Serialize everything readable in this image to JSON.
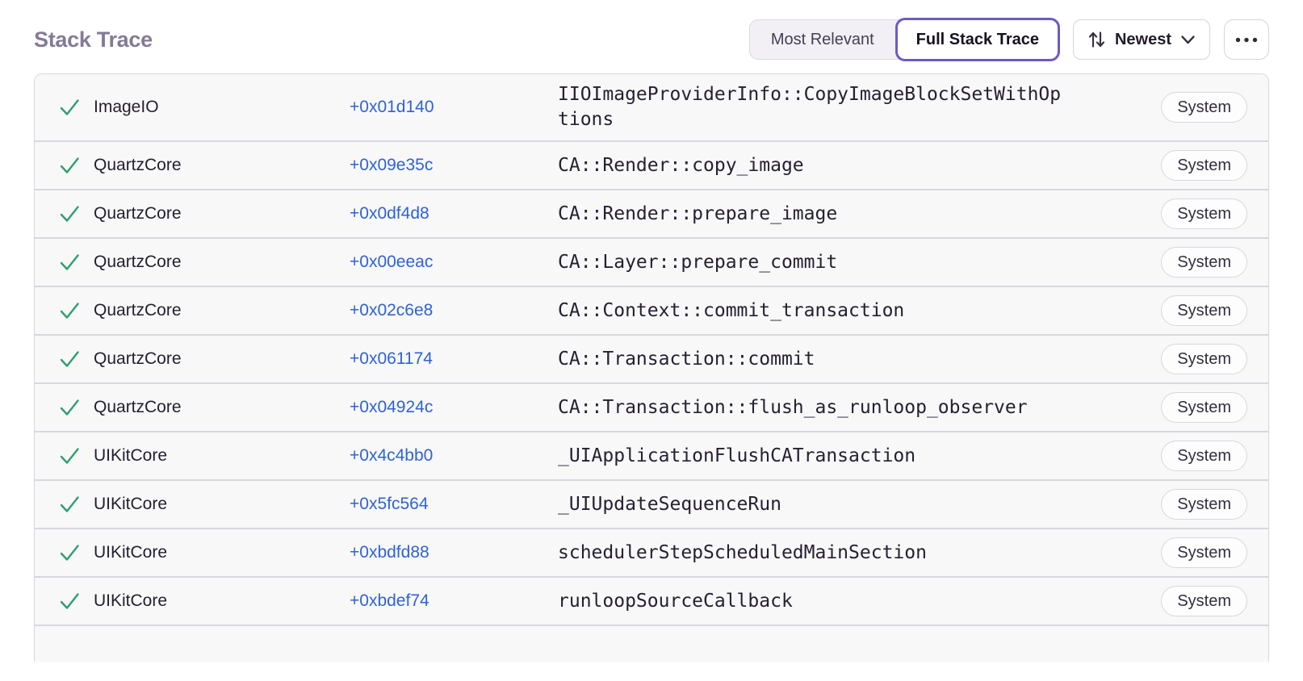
{
  "colors": {
    "accent": "#6a5cc4",
    "link": "#2f62d6",
    "green": "#2f9e70",
    "heading": "#847a95",
    "row-bg": "#f8f8f9",
    "divider": "#d9d7de"
  },
  "header": {
    "title": "Stack Trace",
    "view_toggle": {
      "most_relevant": "Most Relevant",
      "full_stack_trace": "Full Stack Trace",
      "selected": "Full Stack Trace"
    },
    "sort": {
      "label": "Newest"
    }
  },
  "table": {
    "rows": [
      {
        "module": "ImageIO",
        "address": "+0x01d140",
        "function": "IIOImageProviderInfo::CopyImageBlockSetWithOptions",
        "badge": "System"
      },
      {
        "module": "QuartzCore",
        "address": "+0x09e35c",
        "function": "CA::Render::copy_image",
        "badge": "System"
      },
      {
        "module": "QuartzCore",
        "address": "+0x0df4d8",
        "function": "CA::Render::prepare_image",
        "badge": "System"
      },
      {
        "module": "QuartzCore",
        "address": "+0x00eeac",
        "function": "CA::Layer::prepare_commit",
        "badge": "System"
      },
      {
        "module": "QuartzCore",
        "address": "+0x02c6e8",
        "function": "CA::Context::commit_transaction",
        "badge": "System"
      },
      {
        "module": "QuartzCore",
        "address": "+0x061174",
        "function": "CA::Transaction::commit",
        "badge": "System"
      },
      {
        "module": "QuartzCore",
        "address": "+0x04924c",
        "function": "CA::Transaction::flush_as_runloop_observer",
        "badge": "System"
      },
      {
        "module": "UIKitCore",
        "address": "+0x4c4bb0",
        "function": "_UIApplicationFlushCATransaction",
        "badge": "System"
      },
      {
        "module": "UIKitCore",
        "address": "+0x5fc564",
        "function": "_UIUpdateSequenceRun",
        "badge": "System"
      },
      {
        "module": "UIKitCore",
        "address": "+0xbdfd88",
        "function": "schedulerStepScheduledMainSection",
        "badge": "System"
      },
      {
        "module": "UIKitCore",
        "address": "+0xbdef74",
        "function": "runloopSourceCallback",
        "badge": "System"
      }
    ]
  }
}
